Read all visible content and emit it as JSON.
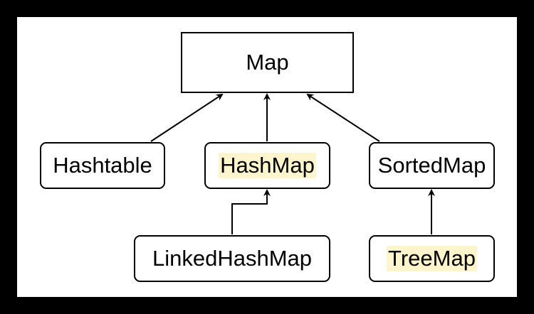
{
  "diagram": {
    "nodes": {
      "map": {
        "label": "Map"
      },
      "hashtable": {
        "label": "Hashtable"
      },
      "hashmap": {
        "label": "HashMap",
        "highlighted": true
      },
      "sortedmap": {
        "label": "SortedMap"
      },
      "linkedhashmap": {
        "label": "LinkedHashMap"
      },
      "treemap": {
        "label": "TreeMap",
        "highlighted": true
      }
    },
    "edges": [
      {
        "from": "Hashtable",
        "to": "Map"
      },
      {
        "from": "HashMap",
        "to": "Map"
      },
      {
        "from": "SortedMap",
        "to": "Map"
      },
      {
        "from": "LinkedHashMap",
        "to": "HashMap"
      },
      {
        "from": "TreeMap",
        "to": "SortedMap"
      }
    ],
    "colors": {
      "background": "#ffffff",
      "frame": "#000000",
      "stroke": "#000000",
      "highlight": "#fff5cc"
    }
  }
}
